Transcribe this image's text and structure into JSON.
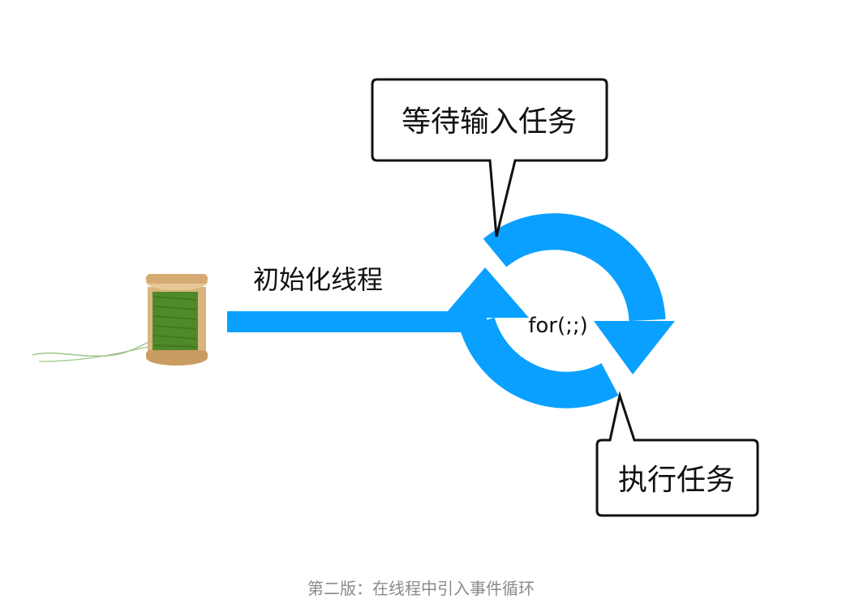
{
  "diagram": {
    "init_label": "初始化线程",
    "loop_label": "for(;;)",
    "wait_label": "等待输入任务",
    "exec_label": "执行任务",
    "caption": "第二版：在线程中引入事件循环"
  },
  "colors": {
    "arrow_blue": "#0aa0ff",
    "thread_green": "#4f8a2a",
    "spool_wood": "#d9b47e",
    "caption_gray": "#8a8a8a"
  },
  "icons": [
    "thread-spool-icon"
  ]
}
